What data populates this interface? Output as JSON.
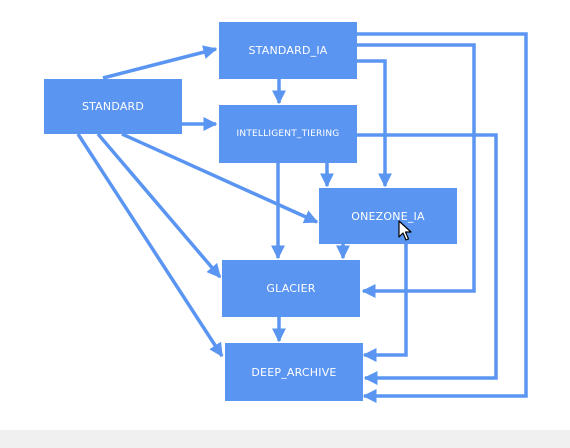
{
  "diagram": {
    "nodes": {
      "standard": "STANDARD",
      "standard_ia": "STANDARD_IA",
      "intelligent_tiering": "INTELLIGENT_TIERING",
      "onezone_ia": "ONEZONE_IA",
      "glacier": "GLACIER",
      "deep_archive": "DEEP_ARCHIVE"
    },
    "colors": {
      "node_fill": "#5b95f2",
      "edge": "#5b95f2",
      "node_text": "#ffffff"
    },
    "edges": [
      [
        "standard",
        "standard_ia"
      ],
      [
        "standard",
        "intelligent_tiering"
      ],
      [
        "standard",
        "onezone_ia"
      ],
      [
        "standard",
        "glacier"
      ],
      [
        "standard",
        "deep_archive"
      ],
      [
        "standard_ia",
        "intelligent_tiering"
      ],
      [
        "standard_ia",
        "onezone_ia"
      ],
      [
        "standard_ia",
        "glacier"
      ],
      [
        "standard_ia",
        "deep_archive"
      ],
      [
        "intelligent_tiering",
        "onezone_ia"
      ],
      [
        "intelligent_tiering",
        "glacier"
      ],
      [
        "intelligent_tiering",
        "deep_archive"
      ],
      [
        "onezone_ia",
        "glacier"
      ],
      [
        "onezone_ia",
        "deep_archive"
      ],
      [
        "glacier",
        "deep_archive"
      ]
    ]
  }
}
